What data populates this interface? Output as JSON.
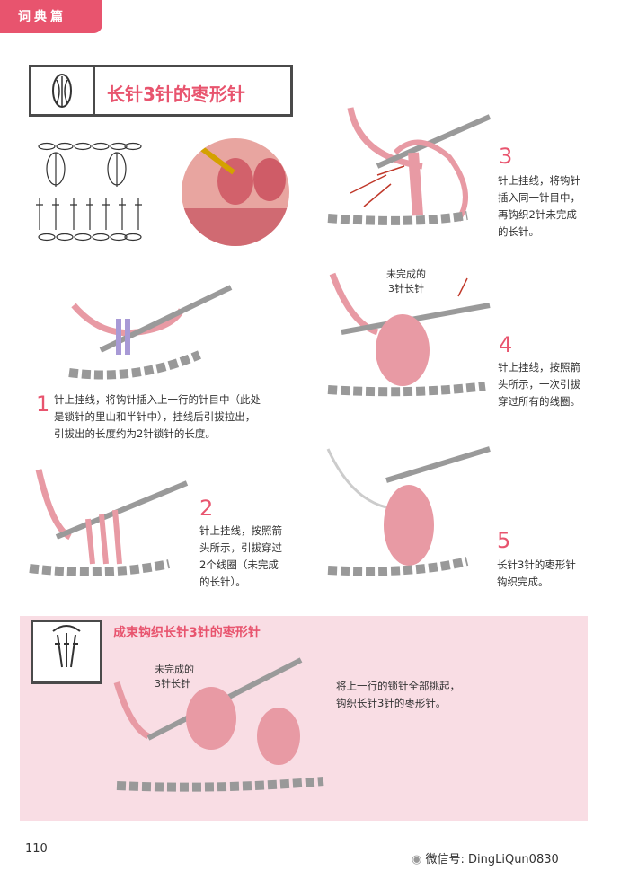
{
  "section_tab": "词典篇",
  "title": "长针3针的枣形针",
  "steps": [
    {
      "num": "1",
      "text": [
        "针上挂线，将钩针插入上一行的针目中（此处",
        "是锁针的里山和半针中），挂线后引拔拉出，",
        "引拔出的长度约为2针锁针的长度。"
      ]
    },
    {
      "num": "2",
      "text": [
        "针上挂线，按照箭",
        "头所示，引拔穿过",
        "2个线圈（未完成",
        "的长针）。"
      ]
    },
    {
      "num": "3",
      "text": [
        "针上挂线，将钩针",
        "插入同一针目中，",
        "再钩织2针未完成",
        "的长针。"
      ]
    },
    {
      "num": "4",
      "text": [
        "针上挂线，按照箭",
        "头所示，一次引拔",
        "穿过所有的线圈。"
      ]
    },
    {
      "num": "5",
      "text": [
        "长针3针的枣形针",
        "钩织完成。"
      ]
    }
  ],
  "label_unfinished": [
    "未完成的",
    "3针长针"
  ],
  "subsection": {
    "title": "成束钩织长针3针的枣形针",
    "label": [
      "未完成的",
      "3针长针"
    ],
    "text": [
      "将上一行的锁针全部挑起，",
      "钩织长针3针的枣形针。"
    ]
  },
  "page_number": "110",
  "wechat": "微信号: DingLiQun0830",
  "colors": {
    "accent": "#e8546e",
    "yarn": "#e89aa4",
    "hook": "#9a9a9a",
    "lavender": "#a89ad6",
    "pinkbg": "#f9dde4"
  }
}
